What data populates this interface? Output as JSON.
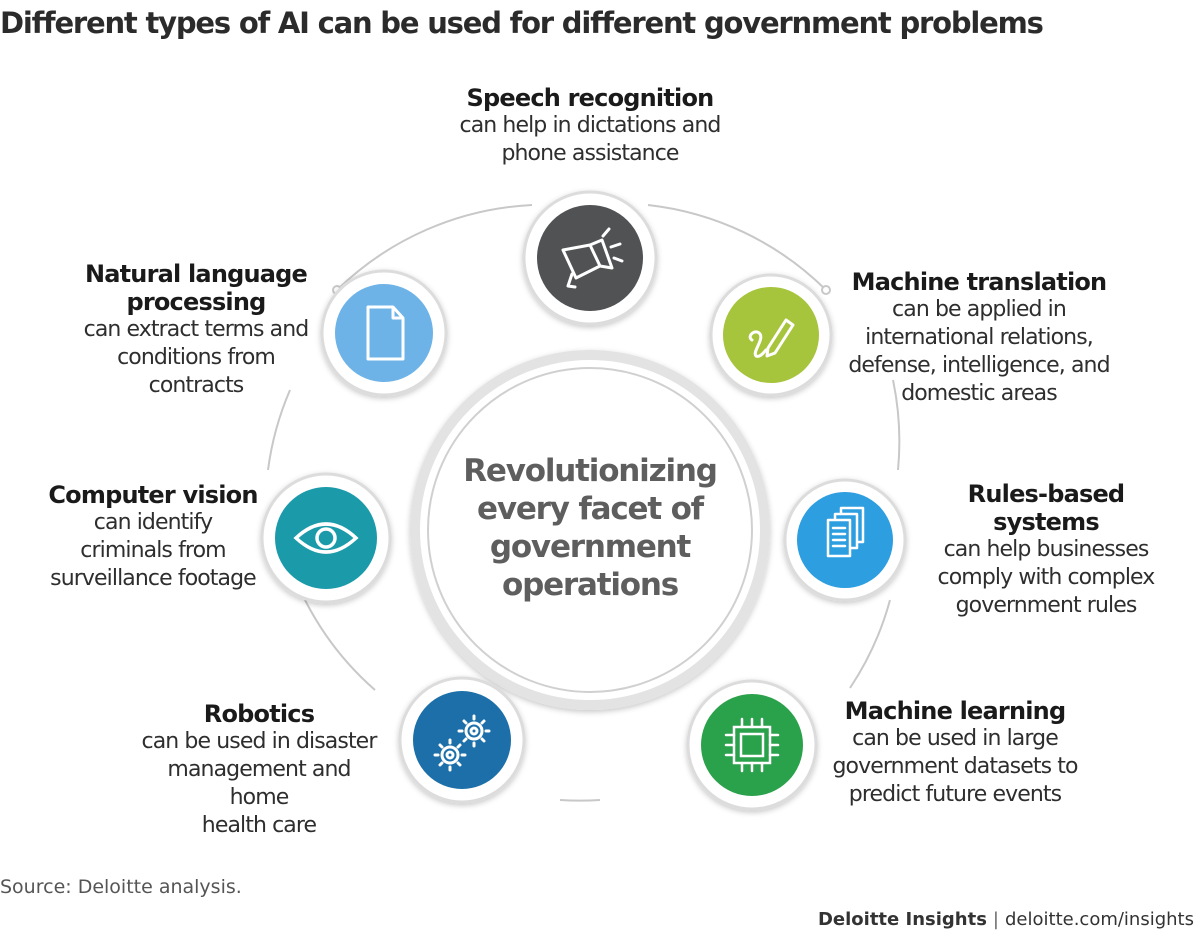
{
  "title": "Different types of AI can be used for different government problems",
  "center": {
    "line1": "Revolutionizing",
    "line2": "every facet of",
    "line3": "government",
    "line4": "operations"
  },
  "nodes": [
    {
      "head": "Speech recognition",
      "desc1": "can help in dictations and",
      "desc2": "phone assistance",
      "icon": "megaphone-icon",
      "color": "#505254"
    },
    {
      "head": "Machine translation",
      "desc1": "can be applied in",
      "desc2": "international relations,",
      "desc3": "defense, intelligence, and",
      "desc4": "domestic areas",
      "icon": "pen-scribble-icon",
      "color": "#a6c43c"
    },
    {
      "head": "Rules-based systems",
      "desc1": "can help businesses",
      "desc2": "comply with complex",
      "desc3": "government rules",
      "icon": "documents-icon",
      "color": "#2d9ee0"
    },
    {
      "head": "Machine learning",
      "desc1": "can be used in large",
      "desc2": "government datasets to",
      "desc3": "predict future events",
      "icon": "chip-icon",
      "color": "#2aa14b"
    },
    {
      "head": "Robotics",
      "desc1": "can be used in disaster",
      "desc2": "management and home",
      "desc3": "health care",
      "icon": "gears-icon",
      "color": "#1c6fa8"
    },
    {
      "head": "Computer vision",
      "desc1": "can identify",
      "desc2": "criminals from",
      "desc3": "surveillance footage",
      "icon": "eye-icon",
      "color": "#1b9aaa"
    },
    {
      "head1": "Natural language",
      "head2": "processing",
      "desc1": "can extract terms and",
      "desc2": "conditions from contracts",
      "icon": "document-icon",
      "color": "#6db3e8"
    }
  ],
  "source": "Source: Deloitte analysis.",
  "footer": {
    "brand": "Deloitte Insights",
    "separator": "|",
    "url": "deloitte.com/insights"
  }
}
